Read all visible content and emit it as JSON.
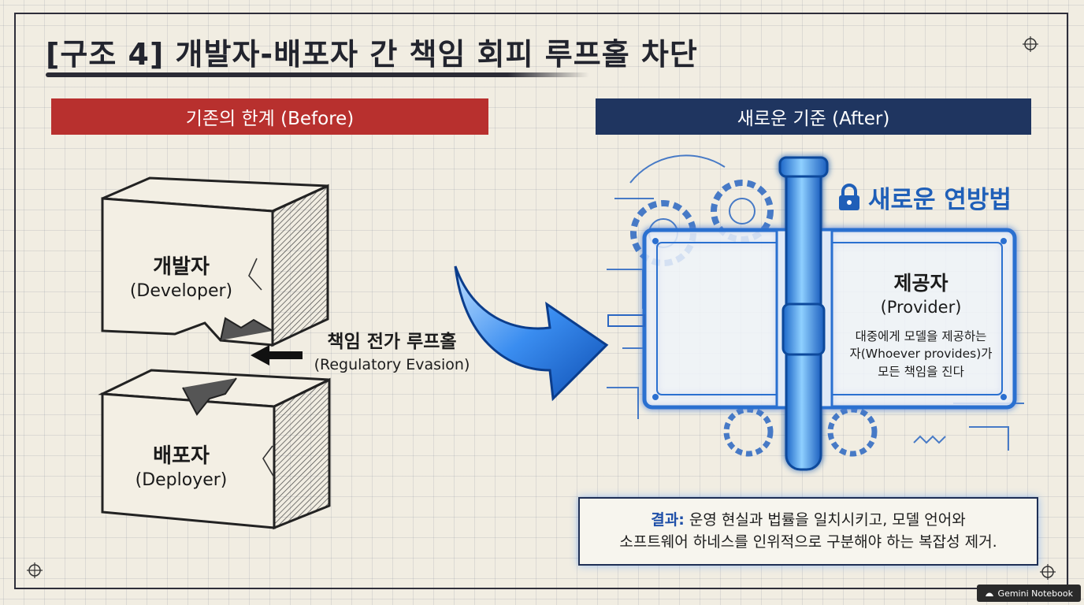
{
  "title": "[구조 4] 개발자-배포자 간 책임 회피 루프홀 차단",
  "before": {
    "band": "기존의 한계 (Before)",
    "developer": {
      "ko": "개발자",
      "en": "(Developer)"
    },
    "deployer": {
      "ko": "배포자",
      "en": "(Deployer)"
    },
    "loophole": {
      "ko": "책임 전가 루프홀",
      "en": "(Regulatory Evasion)"
    }
  },
  "after": {
    "band": "새로운 기준 (After)",
    "law_title": "새로운 연방법",
    "provider": {
      "ko": "제공자",
      "en": "(Provider)",
      "line1": "대중에게 모델을 제공하는",
      "line2": "자(Whoever provides)가",
      "line3": "모든 책임을 진다"
    }
  },
  "result": {
    "lead": "결과:",
    "line1": "운영 현실과 법률을 일치시키고, 모델 언어와",
    "line2": "소프트웨어 하네스를 인위적으로 구분해야 하는 복잡성 제거."
  },
  "badge": "Gemini Notebook",
  "colors": {
    "before": "#b8302e",
    "after": "#1f3560",
    "accent": "#1f5fb8",
    "glow": "#3a8df0"
  },
  "icons": [
    "lock-icon",
    "gear-icon",
    "arrow-icon",
    "compass-icon"
  ]
}
